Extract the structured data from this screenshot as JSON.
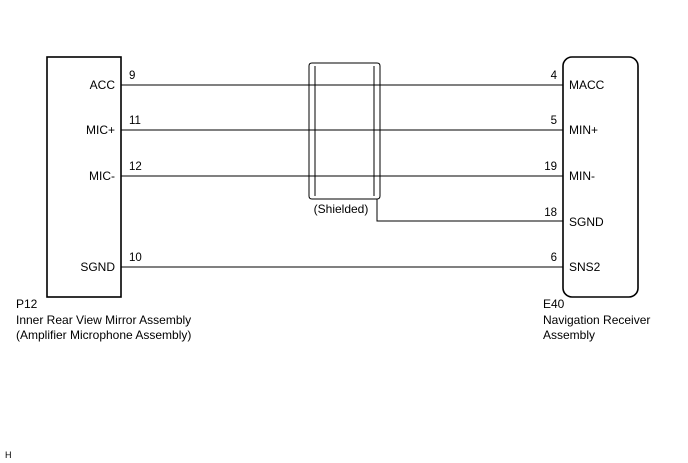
{
  "left_connector": {
    "code": "P12",
    "name_line1": "Inner Rear View Mirror Assembly",
    "name_line2": "(Amplifier Microphone Assembly)",
    "terminals": [
      "ACC",
      "MIC+",
      "MIC-",
      "SGND"
    ]
  },
  "right_connector": {
    "code": "E40",
    "name_line1": "Navigation Receiver",
    "name_line2": "Assembly",
    "terminals": [
      "MACC",
      "MIN+",
      "MIN-",
      "SGND",
      "SNS2"
    ]
  },
  "wires": [
    {
      "left_pin": "9",
      "right_pin": "4"
    },
    {
      "left_pin": "11",
      "right_pin": "5"
    },
    {
      "left_pin": "12",
      "right_pin": "19"
    },
    {
      "right_pin": "18"
    },
    {
      "left_pin": "10",
      "right_pin": "6"
    }
  ],
  "shield_label": "(Shielded)",
  "corner_mark": "H"
}
